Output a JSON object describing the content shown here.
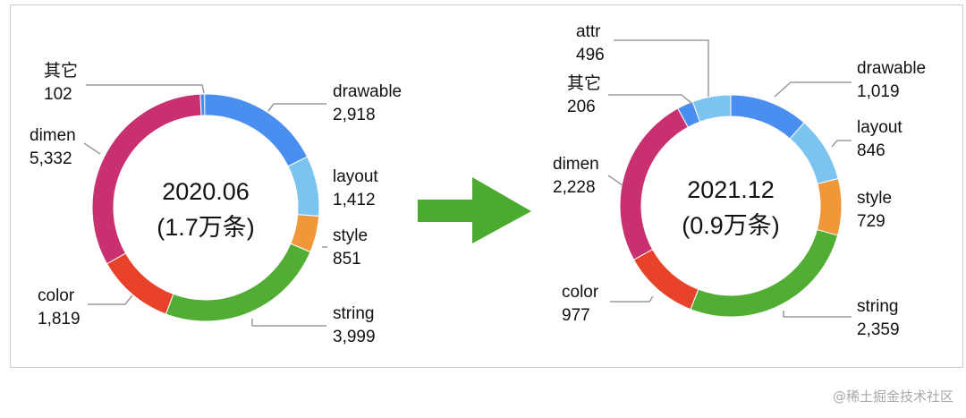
{
  "chart_data": [
    {
      "type": "donut",
      "center_line1": "2020.06",
      "center_line2": "(1.7万条)",
      "slices": [
        {
          "name": "其它",
          "value": 102,
          "value_label": "102",
          "color": "#4a8ff0"
        },
        {
          "name": "drawable",
          "value": 2918,
          "value_label": "2,918",
          "color": "#4a8ff0"
        },
        {
          "name": "layout",
          "value": 1412,
          "value_label": "1,412",
          "color": "#7cc4f0"
        },
        {
          "name": "style",
          "value": 851,
          "value_label": "851",
          "color": "#f0973a"
        },
        {
          "name": "string",
          "value": 3999,
          "value_label": "3,999",
          "color": "#52ad35"
        },
        {
          "name": "color",
          "value": 1819,
          "value_label": "1,819",
          "color": "#e8432a"
        },
        {
          "name": "dimen",
          "value": 5332,
          "value_label": "5,332",
          "color": "#c9306f"
        }
      ]
    },
    {
      "type": "donut",
      "center_line1": "2021.12",
      "center_line2": "(0.9万条)",
      "slices": [
        {
          "name": "drawable",
          "value": 1019,
          "value_label": "1,019",
          "color": "#4a8ff0"
        },
        {
          "name": "layout",
          "value": 846,
          "value_label": "846",
          "color": "#7cc4f0"
        },
        {
          "name": "style",
          "value": 729,
          "value_label": "729",
          "color": "#f0973a"
        },
        {
          "name": "string",
          "value": 2359,
          "value_label": "2,359",
          "color": "#52ad35"
        },
        {
          "name": "color",
          "value": 977,
          "value_label": "977",
          "color": "#e8432a"
        },
        {
          "name": "dimen",
          "value": 2228,
          "value_label": "2,228",
          "color": "#c9306f"
        },
        {
          "name": "其它",
          "value": 206,
          "value_label": "206",
          "color": "#4a8ff0"
        },
        {
          "name": "attr",
          "value": 496,
          "value_label": "496",
          "color": "#7cc4f0"
        }
      ]
    }
  ],
  "arrow_color": "#4aab2f",
  "watermark": "@稀土掘金技术社区"
}
